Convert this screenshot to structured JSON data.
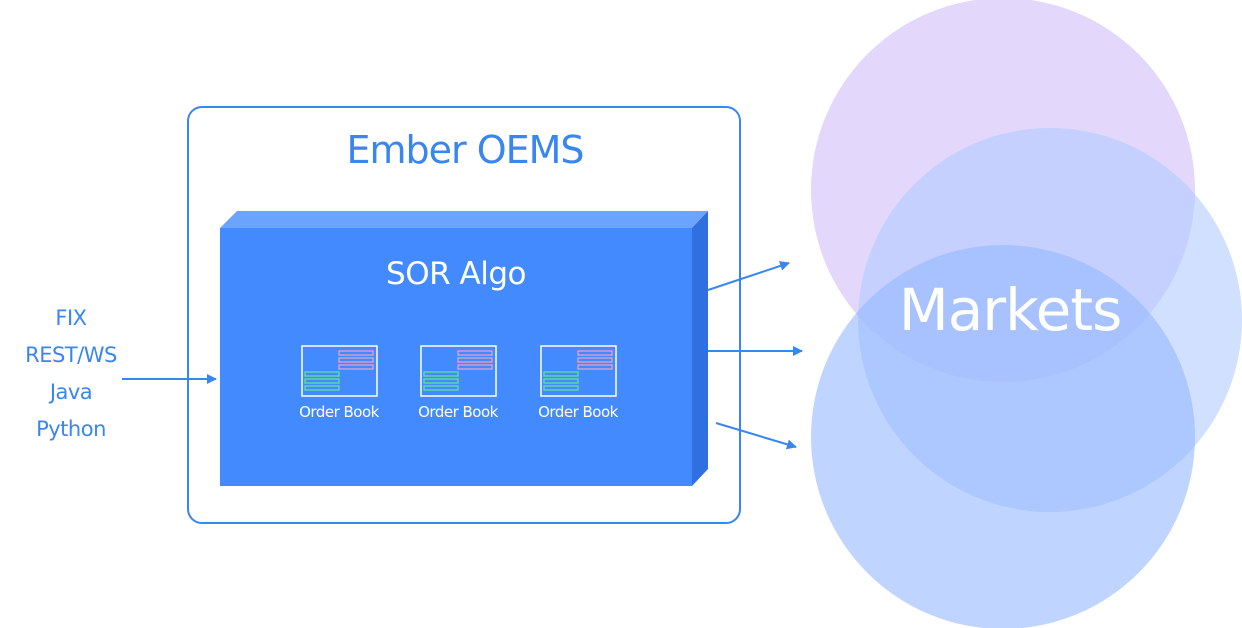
{
  "inputs": [
    "FIX",
    "REST/WS",
    "Java",
    "Python"
  ],
  "oems": {
    "title": "Ember OEMS"
  },
  "algo": {
    "title": "SOR Algo"
  },
  "order_books": [
    {
      "label": "Order Book"
    },
    {
      "label": "Order Book"
    },
    {
      "label": "Order Book"
    }
  ],
  "markets": {
    "label": "Markets"
  },
  "colors": {
    "primary": "#3a86f0",
    "algo_fill": "#448aff",
    "ask_lines": "#e8a0c8",
    "bid_lines": "#5ee29a",
    "circle_top": "#e0d4fb",
    "circle_right": "#c9dbff",
    "circle_bottom": "#b9d2ff"
  }
}
